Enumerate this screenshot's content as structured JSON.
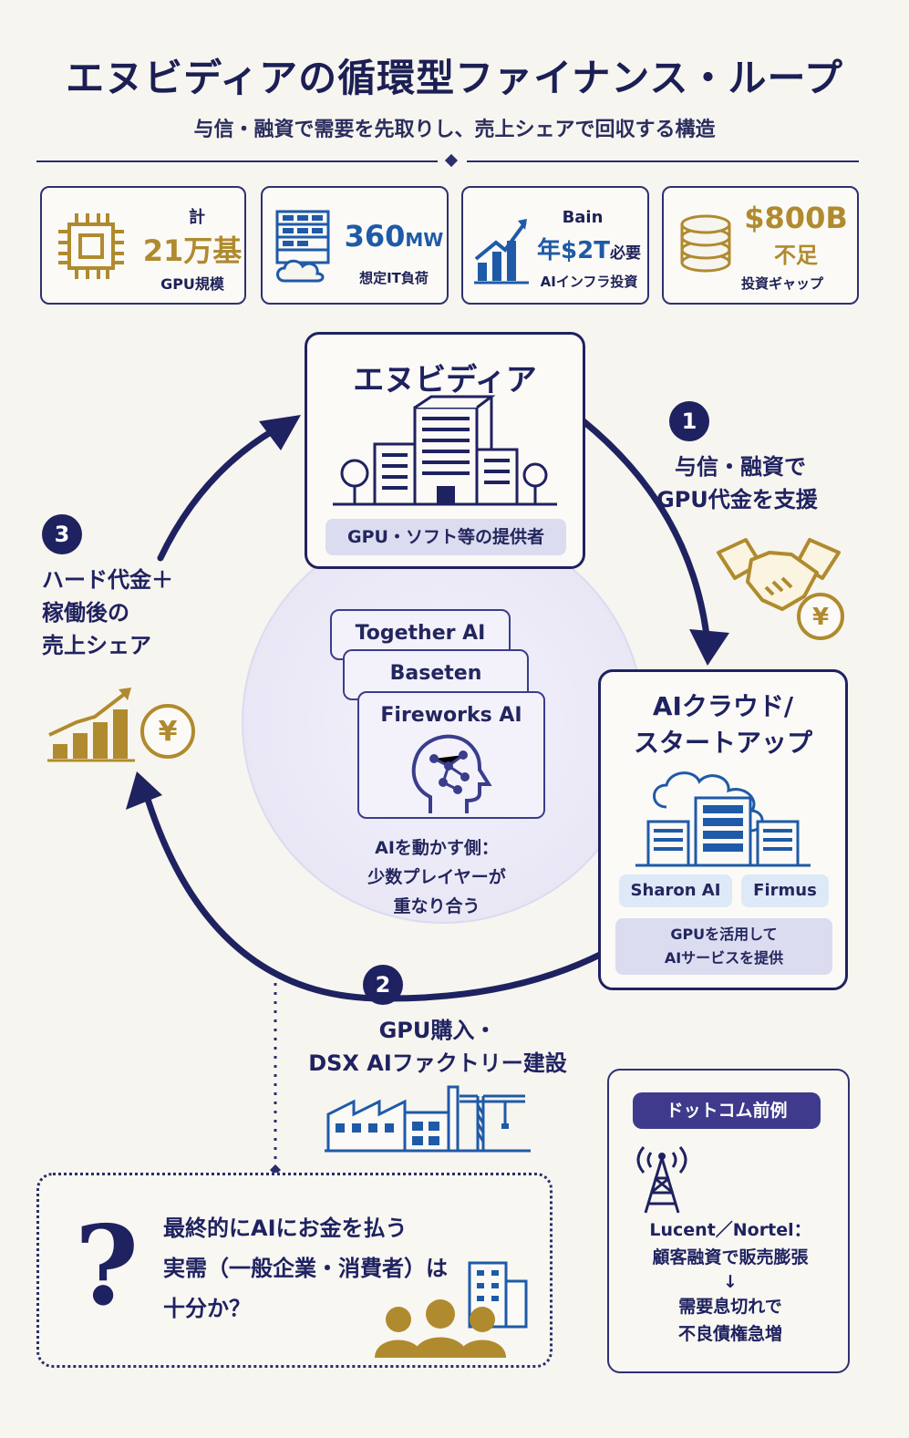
{
  "title": "エヌビディアの循環型ファイナンス・ループ",
  "subtitle": "与信・融資で需要を先取りし、売上シェアで回収する構造",
  "stats": [
    {
      "line1": "計",
      "line2": "21万基",
      "line3": "GPU規模",
      "icon": "chip-icon"
    },
    {
      "line1": "360",
      "line1b": "MW",
      "line3": "想定IT負荷",
      "icon": "server-cloud-icon"
    },
    {
      "line1": "Bain",
      "line2": "年$2T",
      "line2b": "必要",
      "line3": "AIインフラ投資",
      "icon": "growth-chart-icon"
    },
    {
      "line1": "$800B",
      "line2": "不足",
      "line3": "投資ギャップ",
      "icon": "coin-stack-icon"
    }
  ],
  "nvidia": {
    "title": "エヌビディア",
    "pill": "GPU・ソフト等の提供者"
  },
  "cloud": {
    "title_line1": "AIクラウド/",
    "title_line2": "スタートアップ",
    "tags": [
      "Sharon AI",
      "Firmus"
    ],
    "pill_line1": "GPUを活用して",
    "pill_line2": "AIサービスを提供"
  },
  "steps": [
    {
      "num": "1",
      "line1": "与信・融資で",
      "line2": "GPU代金を支援"
    },
    {
      "num": "2",
      "line1": "GPU購入・",
      "line2": "DSX AIファクトリー建設"
    },
    {
      "num": "3",
      "line1": "ハード代金＋",
      "line2": "稼働後の",
      "line3": "売上シェア"
    }
  ],
  "center": {
    "cards": [
      "Together AI",
      "Baseten",
      "Fireworks AI"
    ],
    "line1": "AIを動かす側：",
    "line2": "少数プレイヤーが",
    "line3": "重なり合う"
  },
  "question": {
    "mark": "?",
    "line1": "最終的にAIにお金を払う",
    "line2": "実需（一般企業・消費者）は",
    "line3": "十分か？"
  },
  "dotcom": {
    "badge": "ドットコム前例",
    "line1": "Lucent／Nortel：",
    "line2": "顧客融資で販売膨張",
    "arrow": "↓",
    "line3": "需要息切れで",
    "line4": "不良債権急増"
  },
  "yen": "¥",
  "colors": {
    "navy": "#1f2260",
    "gold": "#b08a2e",
    "blue": "#1f5aa8"
  }
}
